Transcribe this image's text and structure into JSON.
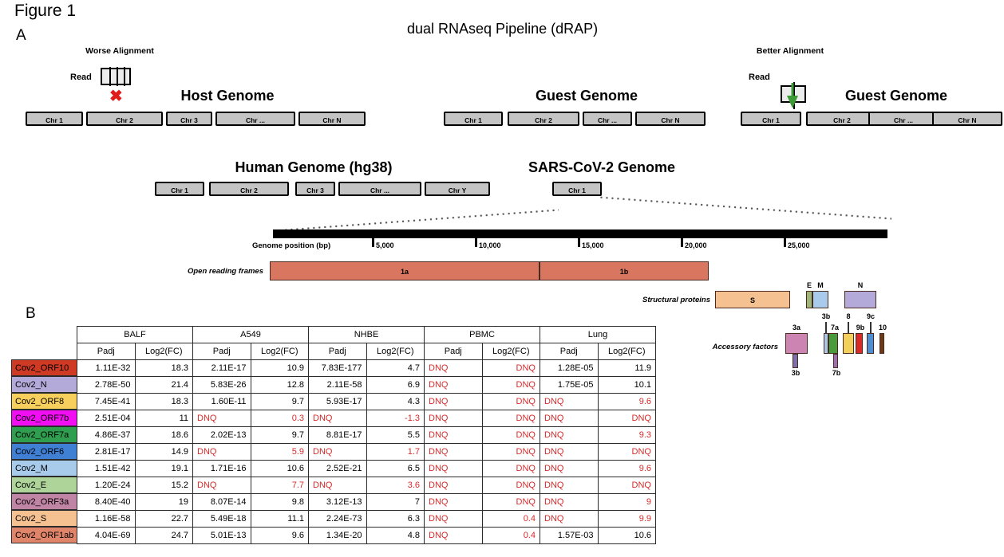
{
  "figure": {
    "title": "Figure 1",
    "panel_a_letter": "A",
    "panel_b_letter": "B",
    "pipeline_title": "dual RNAseq Pipeline (dRAP)"
  },
  "panel_a": {
    "worse": {
      "alignment_label": "Worse Alignment",
      "read_label": "Read",
      "mark": "✖",
      "mark_color": "#e01b1b",
      "genome_title": "Host Genome",
      "chromosomes": [
        "Chr 1",
        "Chr 2",
        "Chr 3",
        "Chr ...",
        "Chr N"
      ]
    },
    "middle": {
      "genome_title": "Guest Genome",
      "chromosomes": [
        "Chr 1",
        "Chr 2",
        "Chr ...",
        "Chr N"
      ]
    },
    "better": {
      "alignment_label": "Better Alignment",
      "read_label": "Read",
      "arrow_color": "#3d9b35",
      "genome_title": "Guest Genome",
      "chromosomes": [
        "Chr 1",
        "Chr 2",
        "Chr ...",
        "Chr N"
      ]
    },
    "human": {
      "genome_title": "Human Genome (hg38)",
      "chromosomes": [
        "Chr 1",
        "Chr 2",
        "Chr 3",
        "Chr ...",
        "Chr Y"
      ]
    },
    "sars": {
      "genome_title": "SARS-CoV-2 Genome",
      "chromosomes": [
        "Chr 1"
      ]
    }
  },
  "genome_map": {
    "axis_label": "Genome position (bp)",
    "ticks": [
      "5,000",
      "10,000",
      "15,000",
      "20,000",
      "25,000"
    ],
    "orf_label": "Open reading frames",
    "orfs": [
      {
        "name": "1a",
        "color": "#d9765f"
      },
      {
        "name": "1b",
        "color": "#d9765f"
      }
    ],
    "structural_label": "Structural proteins",
    "structural": [
      {
        "name": "S",
        "color": "#f5c191"
      },
      {
        "name": "E",
        "color": "#9db87a"
      },
      {
        "name": "M",
        "color": "#a8cbec"
      },
      {
        "name": "N",
        "color": "#b3aada"
      }
    ],
    "accessory_label": "Accessory factors",
    "accessory": [
      {
        "name": "3a",
        "color": "#cc85b2"
      },
      {
        "name": "3b",
        "color": "#7d6fa8"
      },
      {
        "name": "7a",
        "color": "#4a9b3c"
      },
      {
        "name": "7b",
        "color": "#9b6fb0"
      },
      {
        "name": "8",
        "color": "#f3d05b"
      },
      {
        "name": "9b",
        "color": "#d92b28"
      },
      {
        "name": "9c",
        "color": "#4e8fd4"
      },
      {
        "name": "10",
        "color": "#6b3a17"
      }
    ]
  },
  "table": {
    "tissue_headers": [
      "BALF",
      "A549",
      "NHBE",
      "PBMC",
      "Lung"
    ],
    "sub_headers": [
      "Padj",
      "Log2(FC)"
    ],
    "dnq_text": "DNQ",
    "dnq_color": "#d62b2b",
    "rows": [
      {
        "gene": "Cov2_ORF10",
        "color": "#cf3a24",
        "cells": [
          "1.11E-32",
          "18.3",
          "2.11E-17",
          "10.9",
          "7.83E-177",
          "4.7",
          "DNQ",
          "DNQ",
          "1.28E-05",
          "11.9"
        ]
      },
      {
        "gene": "Cov2_N",
        "color": "#b3aada",
        "cells": [
          "2.78E-50",
          "21.4",
          "5.83E-26",
          "12.8",
          "2.11E-58",
          "6.9",
          "DNQ",
          "DNQ",
          "1.75E-05",
          "10.1"
        ]
      },
      {
        "gene": "Cov2_ORF8",
        "color": "#f7cf5c",
        "cells": [
          "7.45E-41",
          "18.3",
          "1.60E-11",
          "9.7",
          "5.93E-17",
          "4.3",
          "DNQ",
          "DNQ",
          "DNQ",
          "9.6"
        ]
      },
      {
        "gene": "Cov2_ORF7b",
        "color": "#f20ef2",
        "cells": [
          "2.51E-04",
          "11",
          "DNQ",
          "0.3",
          "DNQ",
          "-1.3",
          "DNQ",
          "DNQ",
          "DNQ",
          "DNQ"
        ]
      },
      {
        "gene": "Cov2_ORF7a",
        "color": "#2f9e4f",
        "cells": [
          "4.86E-37",
          "18.6",
          "2.02E-13",
          "9.7",
          "8.81E-17",
          "5.5",
          "DNQ",
          "DNQ",
          "DNQ",
          "9.3"
        ]
      },
      {
        "gene": "Cov2_ORF6",
        "color": "#3f7fd4",
        "cells": [
          "2.81E-17",
          "14.9",
          "DNQ",
          "5.9",
          "DNQ",
          "1.7",
          "DNQ",
          "DNQ",
          "DNQ",
          "DNQ"
        ]
      },
      {
        "gene": "Cov2_M",
        "color": "#a8cbec",
        "cells": [
          "1.51E-42",
          "19.1",
          "1.71E-16",
          "10.6",
          "2.52E-21",
          "6.5",
          "DNQ",
          "DNQ",
          "DNQ",
          "9.6"
        ]
      },
      {
        "gene": "Cov2_E",
        "color": "#aed49a",
        "cells": [
          "1.20E-24",
          "15.2",
          "DNQ",
          "7.7",
          "DNQ",
          "3.6",
          "DNQ",
          "DNQ",
          "DNQ",
          "DNQ"
        ]
      },
      {
        "gene": "Cov2_ORF3a",
        "color": "#c084a4",
        "cells": [
          "8.40E-40",
          "19",
          "8.07E-14",
          "9.8",
          "3.12E-13",
          "7",
          "DNQ",
          "DNQ",
          "DNQ",
          "9"
        ]
      },
      {
        "gene": "Cov2_S",
        "color": "#f5c191",
        "cells": [
          "1.16E-58",
          "22.7",
          "5.49E-18",
          "11.1",
          "2.24E-73",
          "6.3",
          "DNQ",
          "0.4",
          "DNQ",
          "9.9"
        ]
      },
      {
        "gene": "Cov2_ORF1ab",
        "color": "#e0856a",
        "cells": [
          "4.04E-69",
          "24.7",
          "5.01E-13",
          "9.6",
          "1.34E-20",
          "4.8",
          "DNQ",
          "0.4",
          "1.57E-03",
          "10.6"
        ]
      }
    ]
  }
}
